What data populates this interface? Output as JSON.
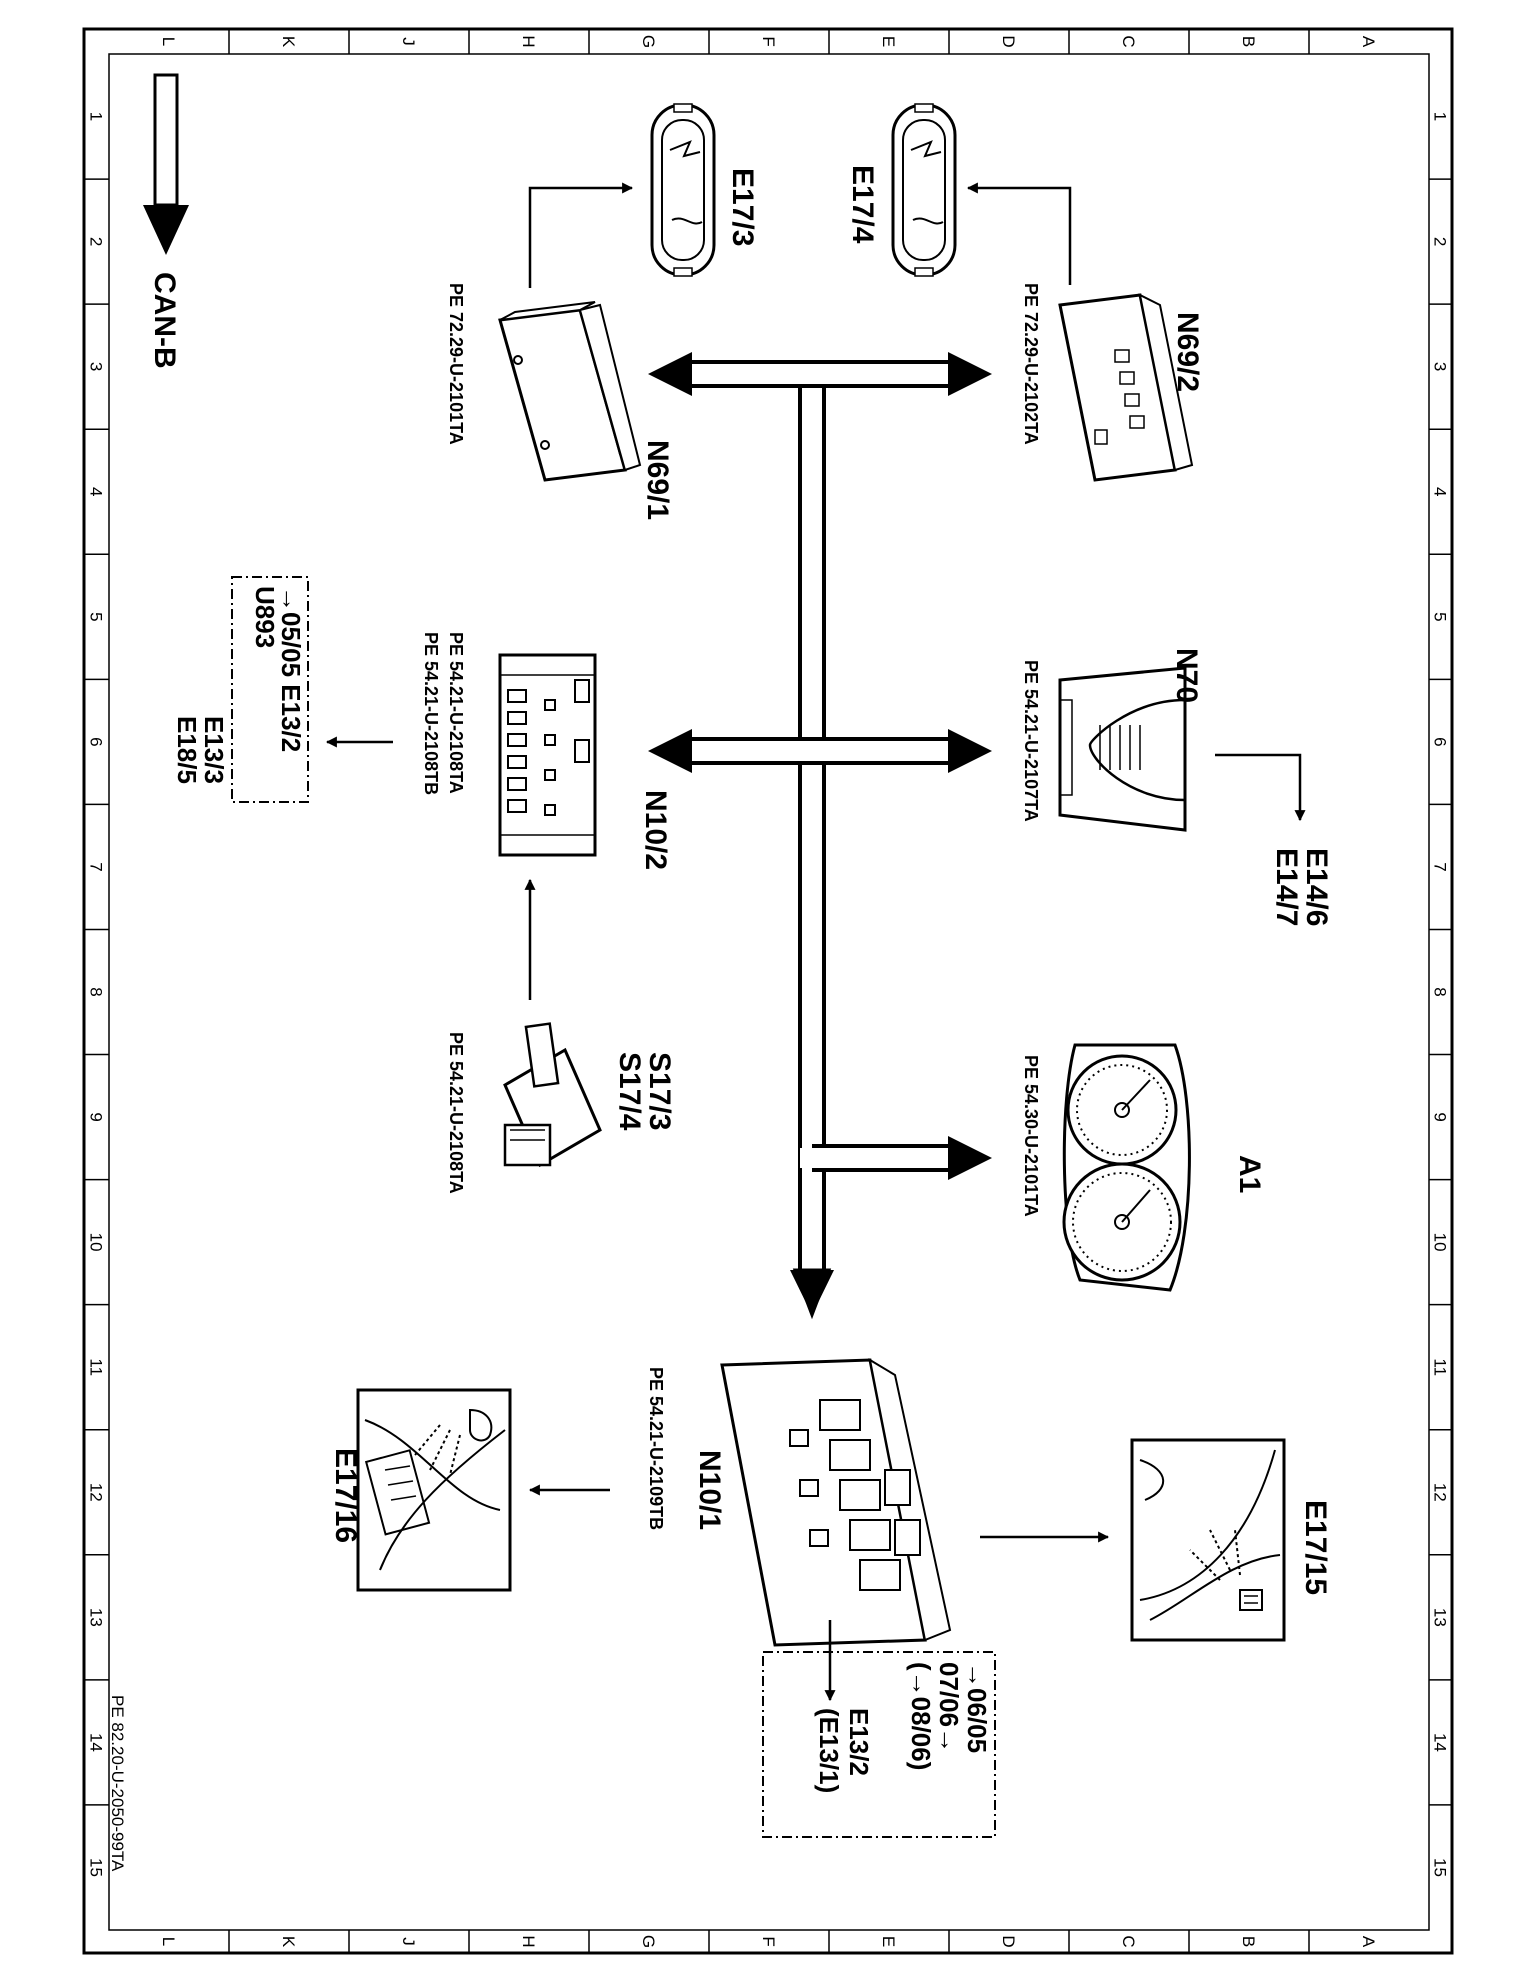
{
  "grid": {
    "letters": [
      "L",
      "K",
      "J",
      "H",
      "G",
      "F",
      "E",
      "D",
      "C",
      "B",
      "A"
    ],
    "numbers": [
      "1",
      "2",
      "3",
      "4",
      "5",
      "6",
      "7",
      "8",
      "9",
      "10",
      "11",
      "12",
      "13",
      "14",
      "15"
    ]
  },
  "bus": {
    "label": "CAN-B"
  },
  "doc_id": "PE 82.20-U-2050-99TA",
  "components": {
    "e17_3": {
      "label": "E17/3"
    },
    "e17_4": {
      "label": "E17/4"
    },
    "n69_1": {
      "label": "N69/1",
      "ref": "PE 72.29-U-2101TA"
    },
    "n69_2": {
      "label": "N69/2",
      "ref": "PE 72.29-U-2102TA"
    },
    "n10_2": {
      "label": "N10/2",
      "refs": [
        "PE 54.21-U-2108TA",
        "PE 54.21-U-2108TB"
      ]
    },
    "n70": {
      "label": "N70",
      "ref": "PE 54.21-U-2107TA"
    },
    "s17": {
      "label_1": "S17/3",
      "label_2": "S17/4",
      "ref": "PE 54.21-U-2108TA"
    },
    "a1": {
      "label": "A1",
      "ref": "PE 54.30-U-2101TA"
    },
    "n10_1": {
      "label": "N10/1",
      "ref": "PE 54.21-U-2109TB"
    },
    "e17_16": {
      "label": "E17/16"
    },
    "e17_15": {
      "label": "E17/15"
    }
  },
  "outputs": {
    "n70_out": {
      "line_1": "E14/6",
      "line_2": "E14/7"
    }
  },
  "notes": {
    "left": {
      "line_1": "→05/05  E13/2",
      "line_2": "U893",
      "line_3": "E13/3",
      "line_4": "E18/5"
    },
    "right": {
      "line_1": "→06/05",
      "line_2": "07/06→",
      "line_3": "(→08/06)",
      "line_4": "E13/2",
      "line_5": "(E13/1)"
    }
  }
}
